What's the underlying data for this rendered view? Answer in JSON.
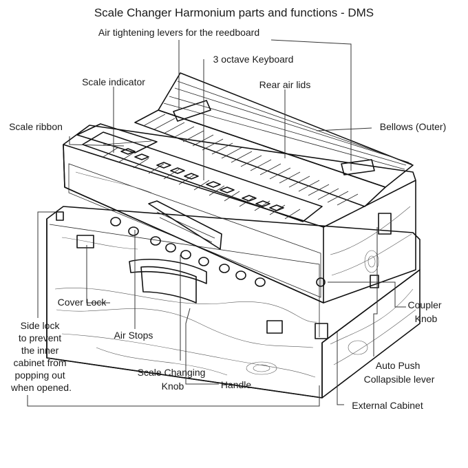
{
  "title": "Scale Changer Harmonium parts and functions - DMS",
  "labels": {
    "air_levers": "Air tightening levers for the reedboard",
    "keyboard": "3 octave Keyboard",
    "scale_indicator": "Scale indicator",
    "rear_air_lids": "Rear air lids",
    "scale_ribbon": "Scale ribbon",
    "bellows": "Bellows (Outer)",
    "cover_lock": "Cover Lock",
    "coupler_knob": [
      "Coupler",
      "Knob"
    ],
    "side_lock": [
      "Side lock",
      "to prevent",
      "the inner",
      "cabinet from",
      "popping out",
      "when opened."
    ],
    "air_stops": "Air Stops",
    "auto_push": [
      "Auto Push",
      "Collapsible lever"
    ],
    "scale_knob": [
      "Scale Changing",
      "Knob"
    ],
    "handle": "Handle",
    "external_cabinet": "External Cabinet"
  },
  "icons": [
    "harmonium-illustration"
  ]
}
